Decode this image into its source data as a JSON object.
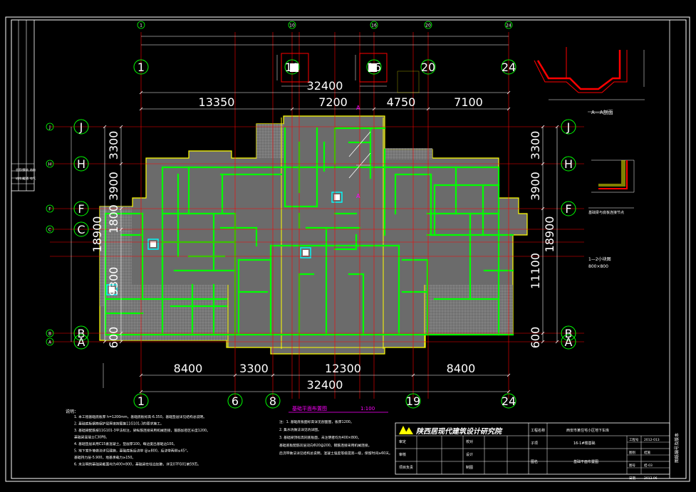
{
  "colors": {
    "background": "#000000",
    "frame": "#ffffff",
    "slab": "#6b6b6b",
    "hatch": "#8a8a8a",
    "slab_edge": "#ffff00",
    "walls": "#00ff00",
    "axis_lines": "#ff0000",
    "grid_bubbles": "#00ff00",
    "dimension_text": "#ffffff",
    "note_text": "#ffffff",
    "title_text": "#ff00ff",
    "section_red": "#ff0000",
    "marker_cyan": "#00ffff"
  },
  "top_axes": [
    "1",
    "10",
    "16",
    "20",
    "24"
  ],
  "bottom_axes": [
    "1",
    "6",
    "8",
    "19",
    "24"
  ],
  "row_axes": [
    "J",
    "H",
    "F",
    "C",
    "B",
    "A"
  ],
  "top_dims": {
    "total": "32400",
    "segments": [
      "13350",
      "7200",
      "4750",
      "7100"
    ]
  },
  "bottom_dims": {
    "total": "32400",
    "segments": [
      "8400",
      "3300",
      "12300",
      "8400"
    ]
  },
  "left_dims": {
    "total": "18900",
    "segments": [
      "3300",
      "3900",
      "1800",
      "9300",
      "600"
    ]
  },
  "right_dims": {
    "total": "18900",
    "segments": [
      "3300",
      "3900",
      "11100",
      "600"
    ]
  },
  "plan_labels": {
    "a_mark_top": "A",
    "a_mark_mid": "A"
  },
  "detail": {
    "section_title": "A—A剖面",
    "small_title": "1—2小块图",
    "small_subtitle": "800×800",
    "node_note": "基础梁与底板连接节点"
  },
  "drawing_title": "基础平面布置图",
  "scale": "1:100",
  "notes_heading": "说明：",
  "notes_left": [
    "1. 本工程基础底板厚 h=1200mm，基础底板标高-6.350，基础垫层详见结构总说明。",
    "2. 基础底板钢筋保护层厚度按图集11G101-3的要求施工。",
    "3. 基础梁配筋按11G101-3平法标注，梁纵筋连接采用机械连接，箍筋加密区长度1200。",
    "   基础梁混凝土C30P8。",
    "4. 基础垫层采用C15素混凝土，垫层厚100，每边宽出基础边100。",
    "5. 地下室外墙做法详见建施，基础底板后浇带 @≥800，后浇带两侧≤45°。",
    "   基础持力层-5.900，地基承载力≥150。",
    "6. 未注明的基础梁截面均为400×800，基础梁在柱边加腋，详见07FG01第59页。"
  ],
  "notes_right": [
    "注：1. 基础底板面标高详见剖面图，板厚1200。",
    "   2. 集水坑做法详见坑详图。",
    "   3. 基础梁顶标高同底板面，未注明者均为400×800。",
    "   基础底板配筋双层双向Φ20@200，钢筋连接采用机械连接。",
    "   后浇带做法详见结构总说明，混凝土强度等级提高一级，保留时间≥60天。"
  ],
  "title_block": {
    "company": "陕西居现代建筑设计研究院",
    "project_label": "工程名称",
    "project": "西安市某住宅小区地下车库",
    "item_label": "子项",
    "item": "16-1#楼基础",
    "drawing_label": "图名",
    "drawing": "基础平面布置图",
    "rows_left": [
      "审定",
      "审核",
      "项目负责"
    ],
    "rows_left_b": [
      "校对",
      "设计",
      "制图"
    ],
    "right_keys": [
      "工程号",
      "图别",
      "图号",
      "日期"
    ],
    "right_vals": [
      "2012-013",
      "结施",
      "结-03",
      "2012.06"
    ]
  },
  "side_strip": [
    "会签栏",
    "建筑",
    "结构",
    "给排水",
    "暖通",
    "电气"
  ],
  "right_margin_text": "图纸编号及版本"
}
